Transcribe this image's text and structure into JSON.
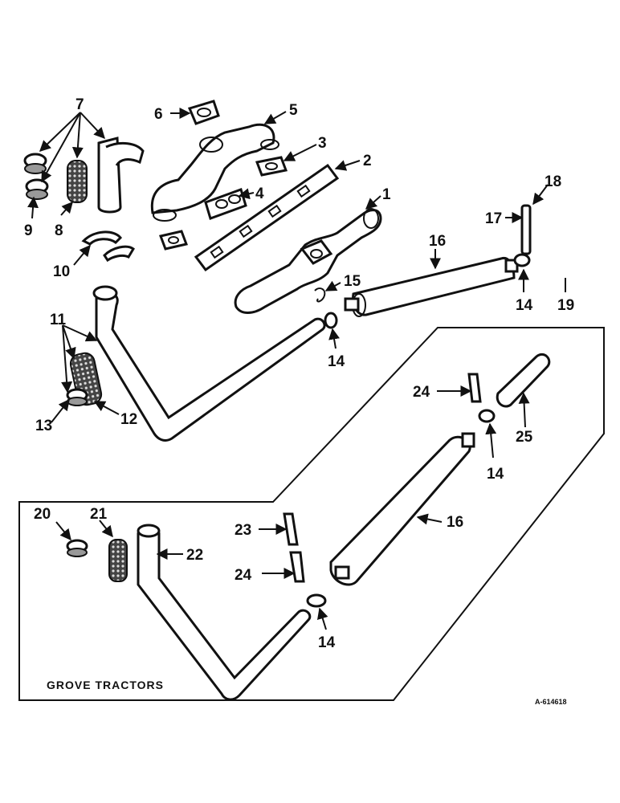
{
  "diagram": {
    "callouts": {
      "c1": "1",
      "c2": "2",
      "c3": "3",
      "c4": "4",
      "c5": "5",
      "c6": "6",
      "c7": "7",
      "c8": "8",
      "c9": "9",
      "c10": "10",
      "c11": "11",
      "c12": "12",
      "c13": "13",
      "c14a": "14",
      "c14b": "14",
      "c14c": "14",
      "c14d": "14",
      "c15": "15",
      "c16a": "16",
      "c16b": "16",
      "c17": "17",
      "c18": "18",
      "c19": "19",
      "c20": "20",
      "c21": "21",
      "c22": "22",
      "c23": "23",
      "c24a": "24",
      "c24b": "24",
      "c25": "25"
    },
    "inset_caption": "GROVE TRACTORS",
    "drawing_number": "A-614618"
  }
}
